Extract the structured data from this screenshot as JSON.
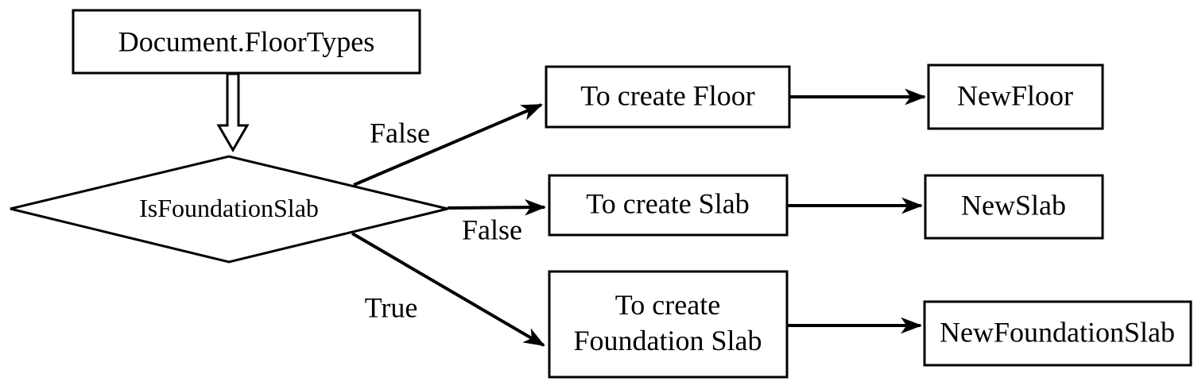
{
  "diagram": {
    "colors": {
      "stroke": "#000000",
      "node_fill": "#ffffff",
      "background": "#ffffff",
      "text": "#000000"
    },
    "nodes": {
      "source": {
        "label": "Document.FloorTypes"
      },
      "decision": {
        "label": "IsFoundationSlab"
      },
      "create_floor": {
        "label": "To create Floor"
      },
      "new_floor": {
        "label": "NewFloor"
      },
      "create_slab": {
        "label": "To create Slab"
      },
      "new_slab": {
        "label": "NewSlab"
      },
      "create_foundation_slab": {
        "line1": "To create",
        "line2": "Foundation Slab"
      },
      "new_foundation_slab": {
        "label": "NewFoundationSlab"
      }
    },
    "edges": {
      "decision_to_create_floor": {
        "label": "False"
      },
      "decision_to_create_slab": {
        "label": "False"
      },
      "decision_to_create_foundation_slab": {
        "label": "True"
      }
    }
  }
}
